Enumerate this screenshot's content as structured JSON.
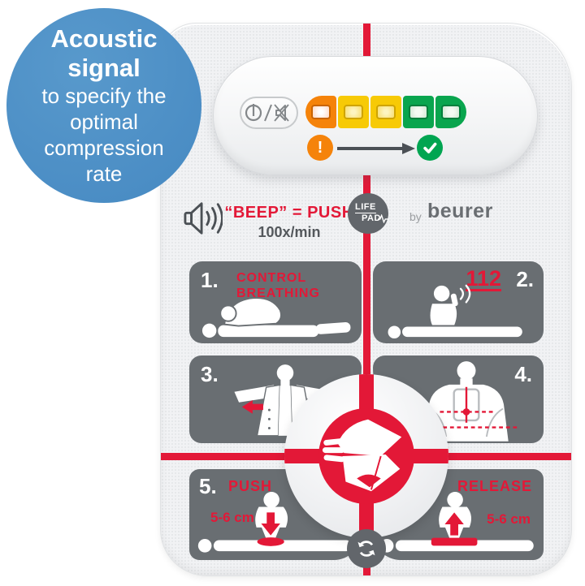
{
  "callout": {
    "line1": "Acoustic",
    "line2": "signal",
    "line3": "to specify the",
    "line4": "optimal",
    "line5": "compression",
    "line6": "rate"
  },
  "device": {
    "power_button": {
      "icon": "power-mute-icon"
    },
    "indicator_lights": {
      "labels": [
        "orange",
        "yellow",
        "yellow",
        "green",
        "green"
      ],
      "colors": [
        "#f5830a",
        "#f7ca06",
        "#f7ca06",
        "#00a551",
        "#00a551"
      ]
    },
    "rate_scale": {
      "from_icon": "exclamation-icon",
      "to_icon": "check-icon",
      "arrow_icon": "arrow-right-icon"
    },
    "audio": {
      "beep_line": "“BEEP” = PUSH",
      "rate_line": "100x/min",
      "icon": "speaker-icon"
    },
    "brand": {
      "logo_line1": "LIFE",
      "logo_line2": "PAD",
      "by": "by",
      "name": "beurer"
    },
    "steps": [
      {
        "number": "1.",
        "title_line1": "CONTROL",
        "title_line2": "BREATHING"
      },
      {
        "number": "2.",
        "emergency": "112"
      },
      {
        "number": "3."
      },
      {
        "number": "4."
      },
      {
        "number": "5.",
        "label": "PUSH",
        "depth": "5-6 cm"
      },
      {
        "label": "RELEASE",
        "depth": "5-6 cm"
      }
    ],
    "repeat_icon": "repeat-icon"
  },
  "colors": {
    "bubble_blue": "#4689c2",
    "accent_red": "#e31837",
    "panel_gray": "#696e72",
    "pad_gray": "#f1f2f4",
    "light_orange": "#f5830a",
    "light_yellow": "#f7ca06",
    "light_green": "#00a551",
    "arrow_gray": "#4b5055"
  }
}
